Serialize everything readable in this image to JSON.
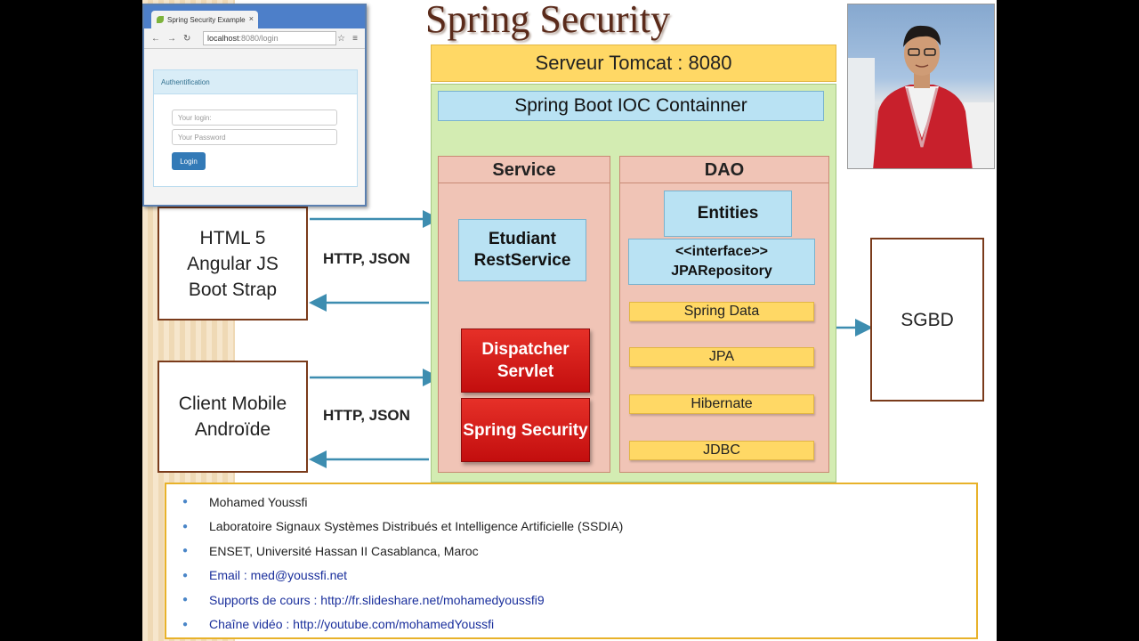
{
  "title": "Spring Security",
  "tomcat_label": "Serveur Tomcat : 8080",
  "ioc_label": "Spring Boot IOC Containner",
  "service": {
    "header": "Service",
    "rest_service": "Etudiant RestService",
    "dispatcher": "Dispatcher Servlet",
    "spring_security": "Spring Security"
  },
  "dao": {
    "header": "DAO",
    "entities": "Entities",
    "interface_stereotype": "<<interface>>",
    "repository": "JPARepository",
    "layers": [
      "Spring Data",
      "JPA",
      "Hibernate",
      "JDBC"
    ]
  },
  "clients": {
    "web_lines": [
      "HTML 5",
      "Angular JS",
      "Boot Strap"
    ],
    "mobile_lines": [
      "Client Mobile",
      "Androïde"
    ],
    "protocol_label": "HTTP, JSON"
  },
  "sgbd_label": "SGBD",
  "browser": {
    "tab_title": "Spring Security Example",
    "tab_close": "×",
    "url_host": "localhost",
    "url_rest": ":8080/login",
    "panel_heading": "Authentification",
    "login_placeholder": "Your login:",
    "password_placeholder": "Your Password",
    "login_button": "Login"
  },
  "author_info": [
    {
      "text": "Mohamed Youssfi",
      "link": false
    },
    {
      "text": "Laboratoire Signaux Systèmes Distribués et Intelligence Artificielle (SSDIA)",
      "link": false
    },
    {
      "text": "ENSET, Université Hassan II Casablanca, Maroc",
      "link": false
    },
    {
      "text": "Email : med@youssfi.net",
      "link": true
    },
    {
      "text": "Supports de cours : http://fr.slideshare.net/mohamedyoussfi9",
      "link": true
    },
    {
      "text": "Chaîne vidéo : http://youtube.com/mohamedYoussfi",
      "link": true
    }
  ],
  "colors": {
    "connector": "#3d8db0",
    "tomcat": "#ffd865",
    "container": "#d3ecb2",
    "component": "#b9e2f3",
    "layer": "#f0c4b6",
    "security": "#d6181a"
  },
  "icons": [
    "leaf-icon",
    "back-icon",
    "forward-icon",
    "reload-icon",
    "star-icon",
    "menu-icon",
    "bullet-icon"
  ]
}
